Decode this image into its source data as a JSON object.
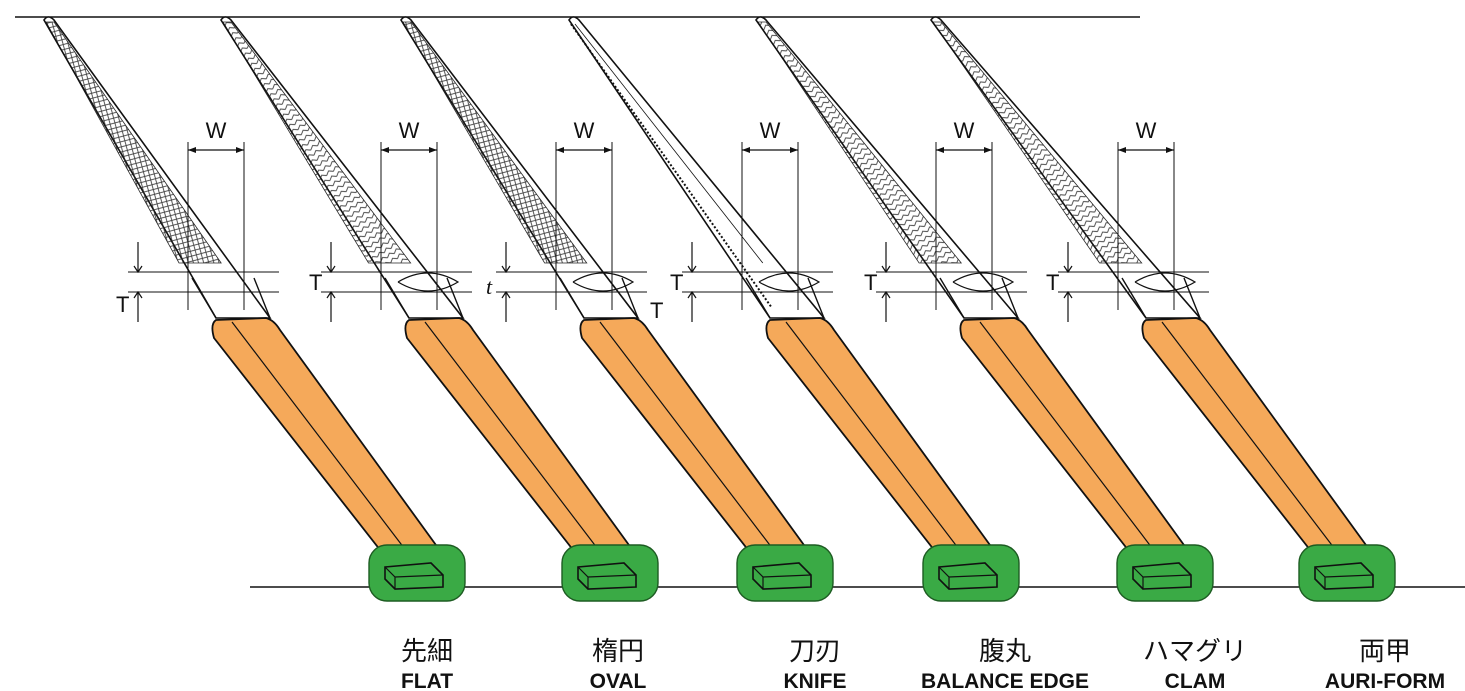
{
  "colors": {
    "handle": "#f5a95a",
    "ferrule": "#3aaa45",
    "line": "#111111"
  },
  "dimension_labels": {
    "width": "W",
    "thickness": "T",
    "edge_thickness": "t"
  },
  "files": [
    {
      "name_jp": "先細",
      "name_en": "FLAT",
      "cut": "cross-hatch"
    },
    {
      "name_jp": "楕円",
      "name_en": "OVAL",
      "cut": "chevron"
    },
    {
      "name_jp": "刀刃",
      "name_en": "KNIFE",
      "cut": "cross-hatch"
    },
    {
      "name_jp": "腹丸",
      "name_en": "BALANCE EDGE",
      "cut": "smooth"
    },
    {
      "name_jp": "ハマグリ",
      "name_en": "CLAM",
      "cut": "chevron"
    },
    {
      "name_jp": "両甲",
      "name_en": "AURI-FORM",
      "cut": "chevron"
    }
  ]
}
